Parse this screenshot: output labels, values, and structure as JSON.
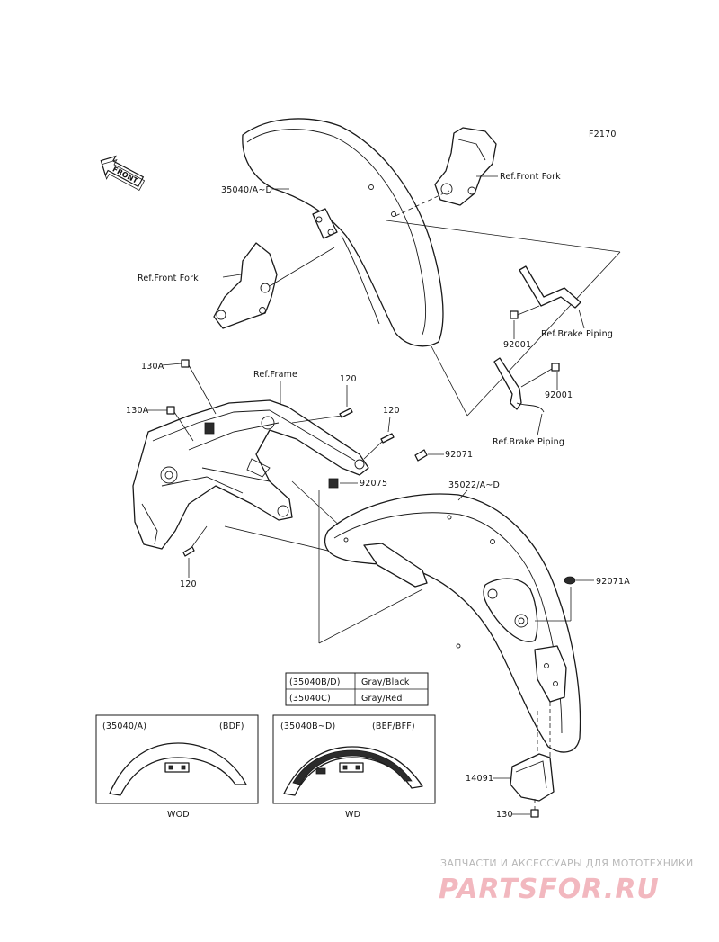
{
  "diagram": {
    "figure_code": "F2170",
    "front_arrow": "FRONT",
    "labels": {
      "front_fender": "35040/A~D",
      "ref_front_fork_right": "Ref.Front Fork",
      "ref_front_fork_left": "Ref.Front Fork",
      "bolt_92001_a": "92001",
      "bolt_92001_b": "92001",
      "ref_brake_piping_a": "Ref.Brake Piping",
      "ref_brake_piping_b": "Ref.Brake Piping",
      "ref_frame": "Ref.Frame",
      "bolt_130a_top": "130A",
      "bolt_130a_mid": "130A",
      "bolt_120_a": "120",
      "bolt_120_b": "120",
      "bolt_120_c": "120",
      "part_92071": "92071",
      "part_92075": "92075",
      "rear_fender": "35022/A~D",
      "part_92071a": "92071A",
      "part_14091": "14091",
      "bolt_130": "130"
    },
    "color_table": [
      {
        "code": "(35040B/D)",
        "color": "Gray/Black"
      },
      {
        "code": "(35040C)",
        "color": "Gray/Red"
      }
    ],
    "variant_left": {
      "code": "(35040/A)",
      "model": "(BDF)",
      "caption": "WOD"
    },
    "variant_right": {
      "code": "(35040B~D)",
      "model": "(BEF/BFF)",
      "caption": "WD"
    }
  },
  "watermark": {
    "subtitle": "ЗАПЧАСТИ И АКСЕССУАРЫ ДЛЯ МОТОТЕХНИКИ",
    "logo": "PARTSFOR.RU"
  }
}
